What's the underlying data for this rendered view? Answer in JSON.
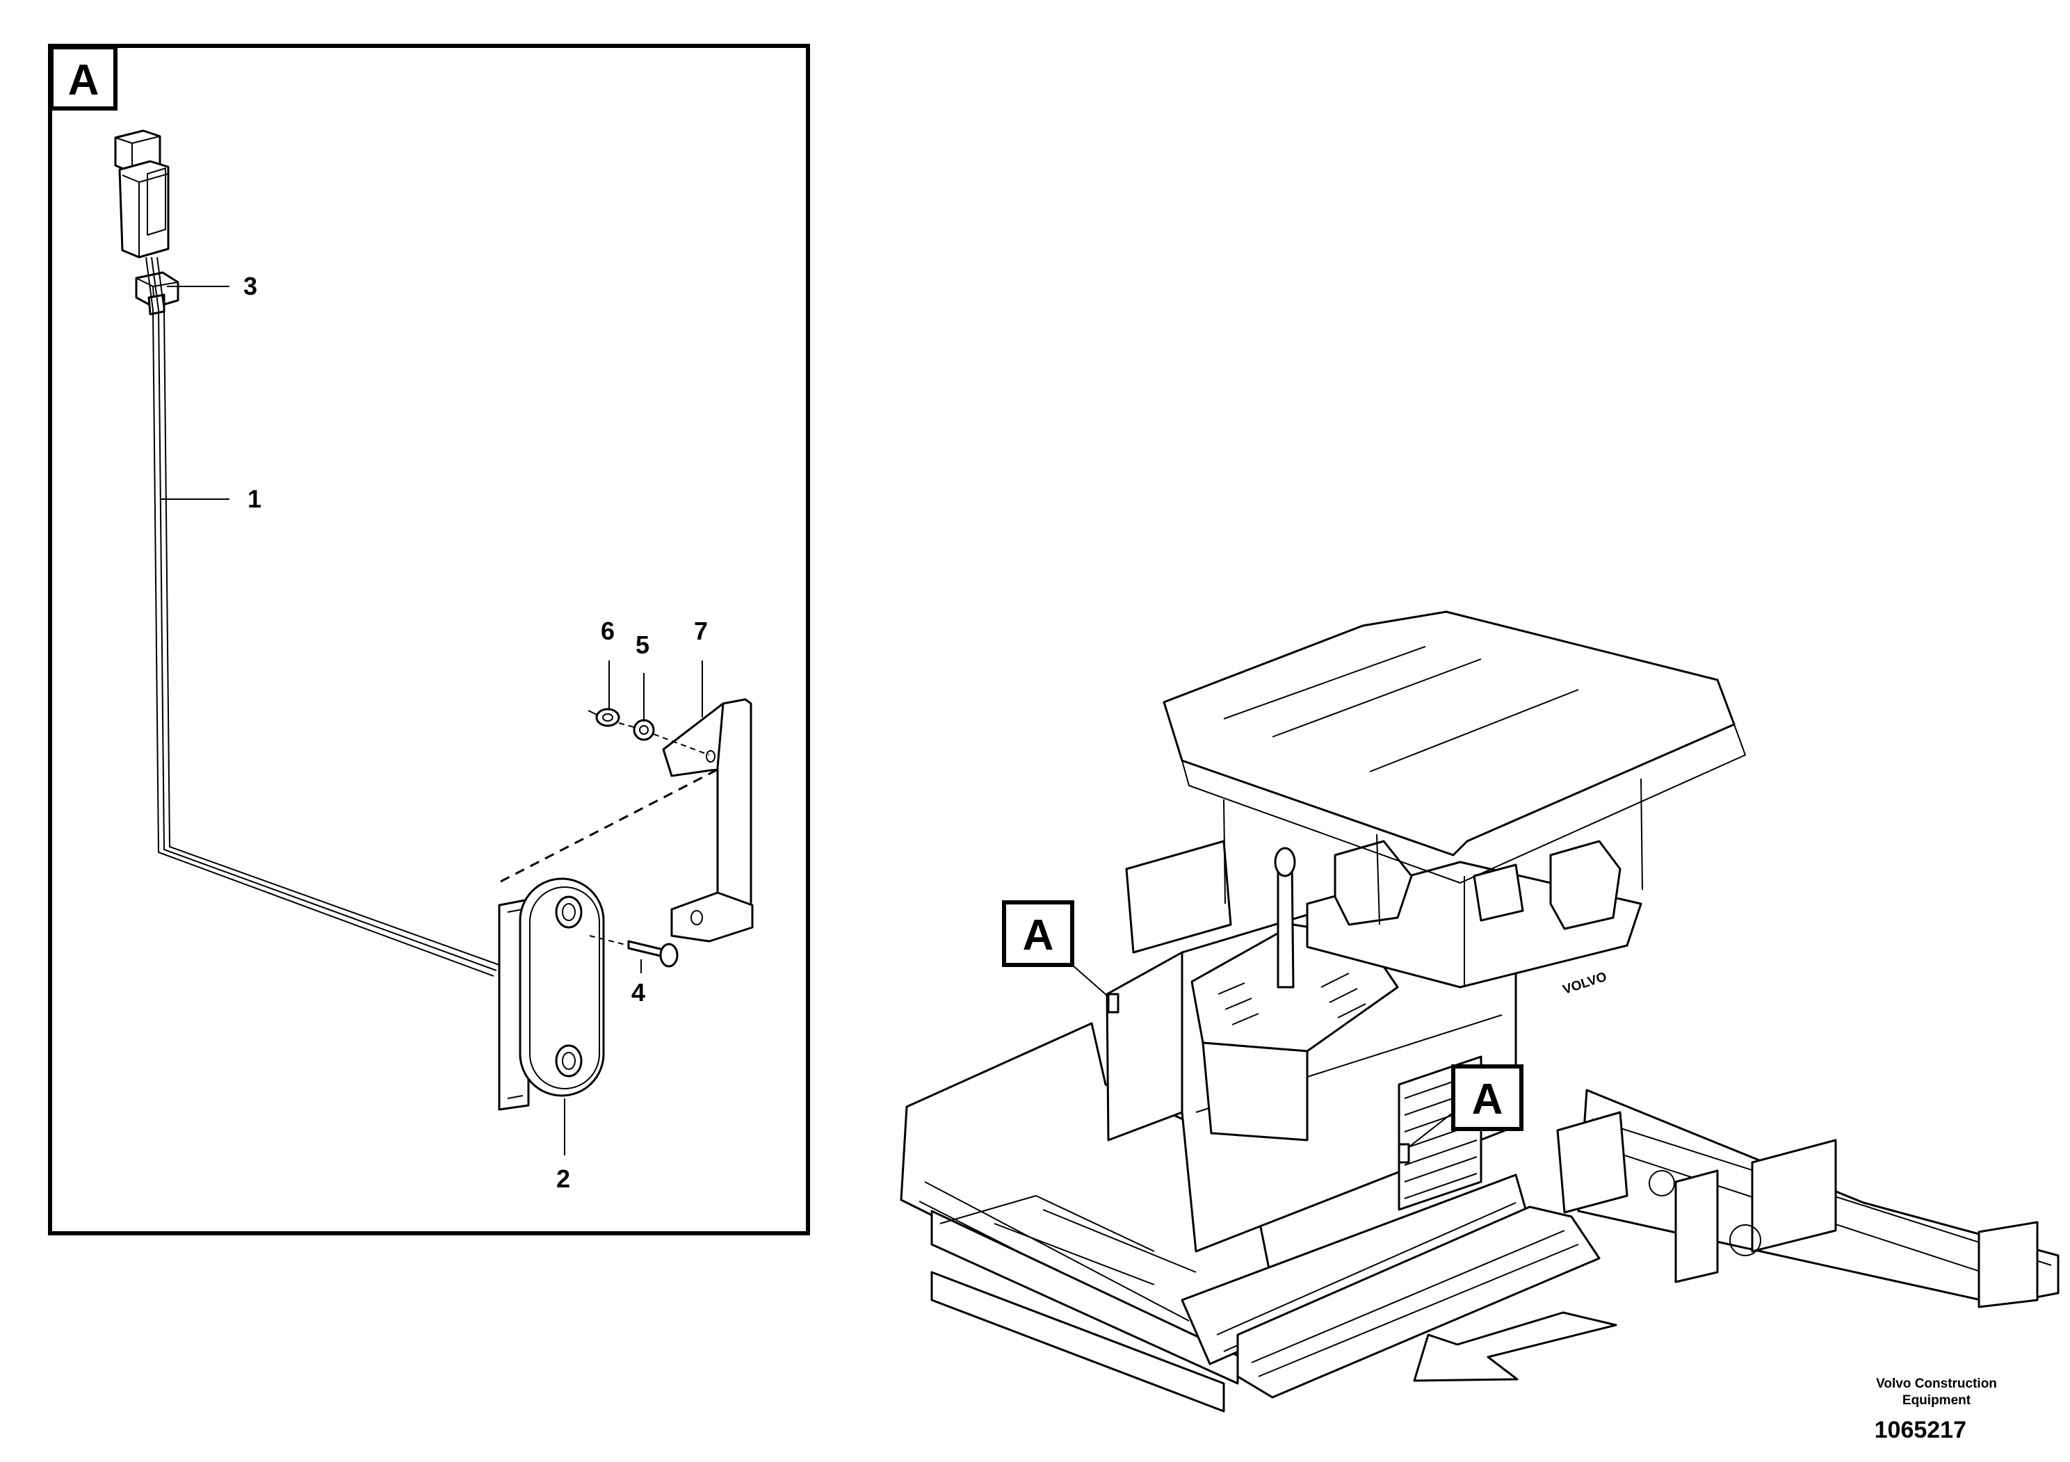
{
  "detail": {
    "label": "A",
    "callouts": [
      {
        "id": "1",
        "text": "1"
      },
      {
        "id": "2",
        "text": "2"
      },
      {
        "id": "3",
        "text": "3"
      },
      {
        "id": "4",
        "text": "4"
      },
      {
        "id": "5",
        "text": "5"
      },
      {
        "id": "6",
        "text": "6"
      },
      {
        "id": "7",
        "text": "7"
      }
    ]
  },
  "machine": {
    "brand_on_body": "VOLVO",
    "location_markers": [
      "A",
      "A"
    ]
  },
  "footer": {
    "company_line1": "Volvo Construction",
    "company_line2": "Equipment",
    "document_number": "1065217"
  }
}
